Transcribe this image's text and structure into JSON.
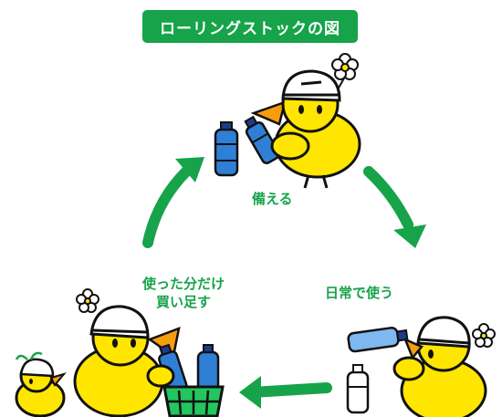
{
  "title": "ローリングストックの図",
  "colors": {
    "accent_green": "#16a34a",
    "chick_yellow": "#ffe600",
    "outline": "#111111",
    "bottle_blue": "#2f7fd6",
    "beak_orange": "#f59e0b"
  },
  "steps": {
    "prepare": "備える",
    "daily_use": "日常で使う",
    "rebuy_line1": "使った分だけ",
    "rebuy_line2": "買い足す"
  },
  "icons": [
    "chick-with-helmet-icon",
    "water-bottle-icon",
    "flower-icon",
    "shopping-basket-icon",
    "cycle-arrow-icon"
  ]
}
